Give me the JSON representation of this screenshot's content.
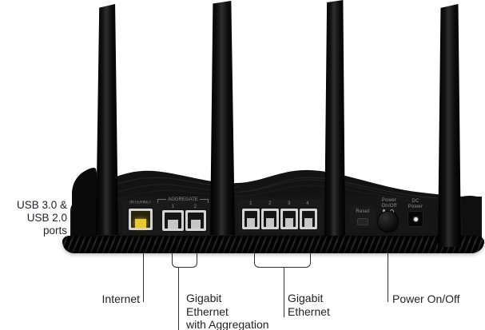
{
  "figure": {
    "type": "router-rear-panel-diagram",
    "left_label": [
      "USB 3.0 &",
      "USB 2.0 ports"
    ],
    "panel": {
      "internet_port_label": "INTERNET",
      "aggregate_label": "AGGREGATE",
      "aggregate_port_numbers": [
        "1",
        "2"
      ],
      "ethernet_port_numbers": [
        "1",
        "2",
        "3",
        "4"
      ],
      "reset_label": "Reset",
      "power_label": [
        "Power",
        "On/Off"
      ],
      "dc_label": [
        "DC",
        "Power"
      ]
    },
    "callouts": {
      "internet": "Internet",
      "gigabit_aggregation": [
        "Gigabit",
        "Ethernet",
        "with Aggregation"
      ],
      "gigabit_ethernet": [
        "Gigabit",
        "Ethernet"
      ],
      "power": "Power On/Off"
    },
    "colors": {
      "background": "#ffffff",
      "router_body": "#131313",
      "port_frame": "#d4d4d4",
      "internet_yellow": "#e8c832",
      "annotation_text": "#232323",
      "panel_text": "#8f8f8f",
      "callout_line": "#2e2e2e"
    }
  }
}
